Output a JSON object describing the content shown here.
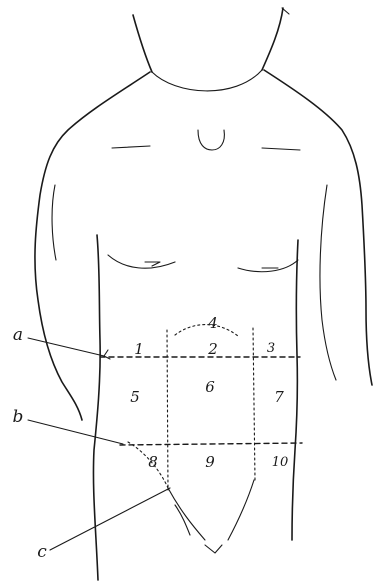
{
  "regions": [
    {
      "id": "region-1",
      "label": "1"
    },
    {
      "id": "region-2",
      "label": "2"
    },
    {
      "id": "region-3",
      "label": "3"
    },
    {
      "id": "region-4",
      "label": "4"
    },
    {
      "id": "region-5",
      "label": "5"
    },
    {
      "id": "region-6",
      "label": "6"
    },
    {
      "id": "region-7",
      "label": "7"
    },
    {
      "id": "region-8",
      "label": "8"
    },
    {
      "id": "region-9",
      "label": "9"
    },
    {
      "id": "region-10",
      "label": "10"
    }
  ],
  "pointers": [
    {
      "id": "pointer-a",
      "label": "a"
    },
    {
      "id": "pointer-b",
      "label": "b"
    },
    {
      "id": "pointer-c",
      "label": "c"
    }
  ]
}
